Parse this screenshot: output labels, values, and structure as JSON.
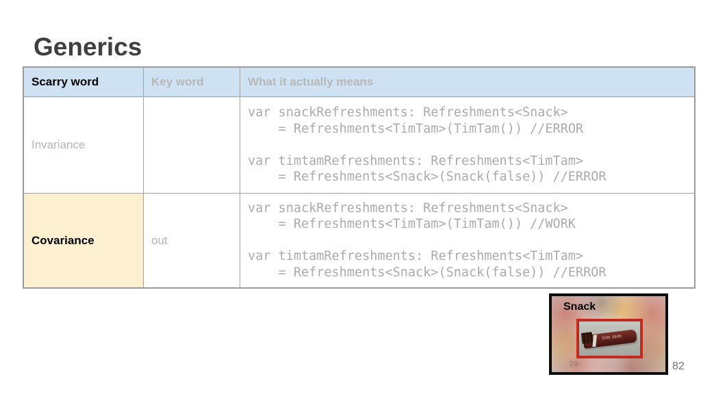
{
  "slide": {
    "title": "Generics",
    "page_number": "82"
  },
  "table": {
    "headers": [
      "Scarry word",
      "Key word",
      "What it actually means"
    ],
    "rows": [
      {
        "scarry_word": "Invariance",
        "key_word": "",
        "meaning_code": "var snackRefreshments: Refreshments<Snack>\n    = Refreshments<TimTam>(TimTam()) //ERROR\n\nvar timtamRefreshments: Refreshments<TimTam>\n    = Refreshments<Snack>(Snack(false)) //ERROR"
      },
      {
        "scarry_word": "Covariance",
        "key_word": "out",
        "meaning_code": "var snackRefreshments: Refreshments<Snack>\n    = Refreshments<TimTam>(TimTam()) //WORK\n\nvar timtamRefreshments: Refreshments<TimTam>\n    = Refreshments<Snack>(Snack(false)) //ERROR"
      }
    ]
  },
  "snack_figure": {
    "label": "Snack",
    "package_text": "tim tam",
    "price_tag": "29-"
  },
  "colors": {
    "header_bg": "#cfe2f3",
    "highlight_bg": "#fdf0d0",
    "accent_red": "#c3291c",
    "muted_text": "#b2b5b8",
    "code_text": "#a9abad",
    "title_text": "#3f3f3f"
  }
}
